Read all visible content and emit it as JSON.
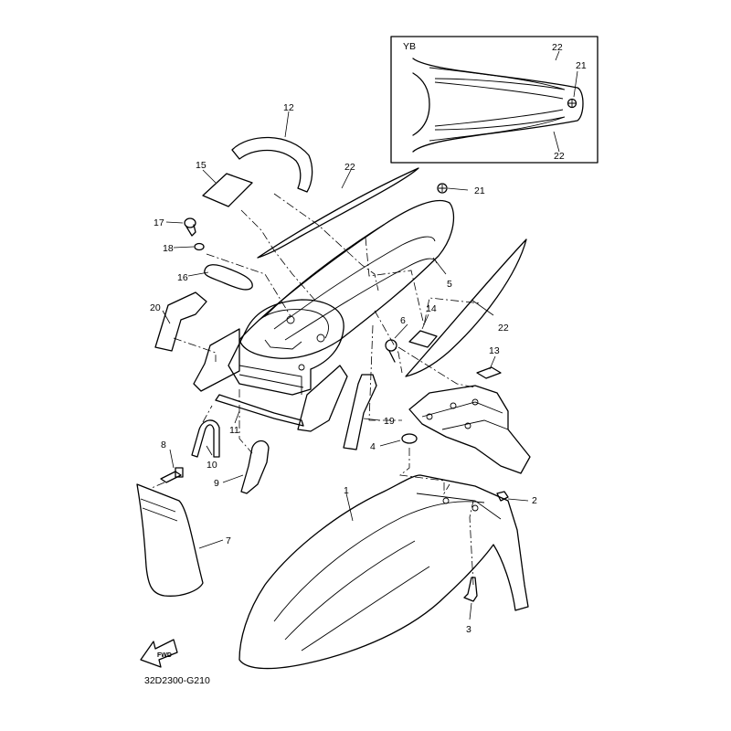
{
  "diagram_code": "32D2300-G210",
  "inset": {
    "label": "YB"
  },
  "fwd_arrow": {
    "label": "FWD"
  },
  "callouts": [
    "1",
    "2",
    "3",
    "4",
    "5",
    "6",
    "7",
    "8",
    "9",
    "10",
    "11",
    "12",
    "13",
    "14",
    "15",
    "16",
    "17",
    "18",
    "19",
    "20",
    "21",
    "22"
  ]
}
